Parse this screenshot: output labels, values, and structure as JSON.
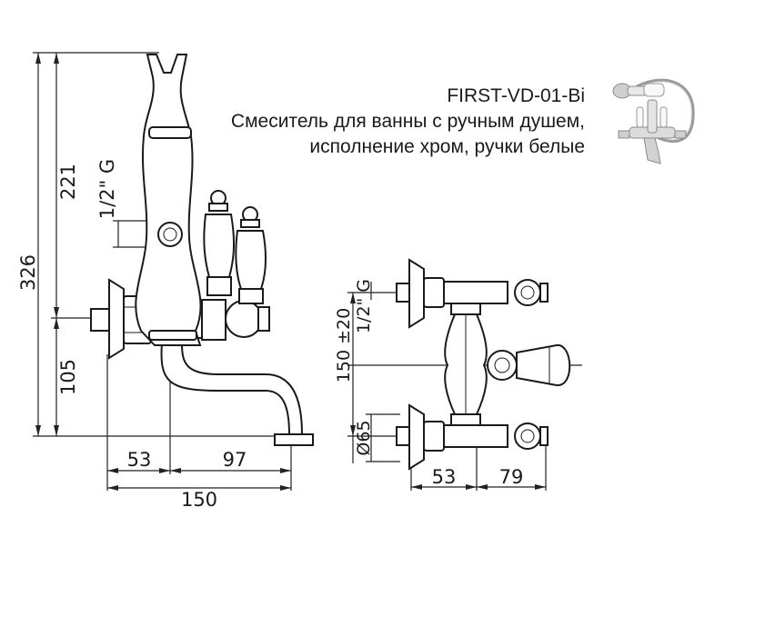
{
  "product": {
    "code": "FIRST-VD-01-Bi",
    "description_line1": "Смеситель для ванны с ручным душем,",
    "description_line2": "исполнение хром, ручки белые"
  },
  "dimensions": {
    "total_height": "326",
    "upper_height": "221",
    "lower_height": "105",
    "hose_thread": "1/2\" G",
    "axis_to_wall": "53",
    "spout_reach": "97",
    "overall_depth": "150",
    "inlet_thread": "1/2\" G",
    "centers": "150 ±20",
    "flange_diameter": "Ø65",
    "top_axis_to_wall": "53",
    "top_reach": "79"
  }
}
